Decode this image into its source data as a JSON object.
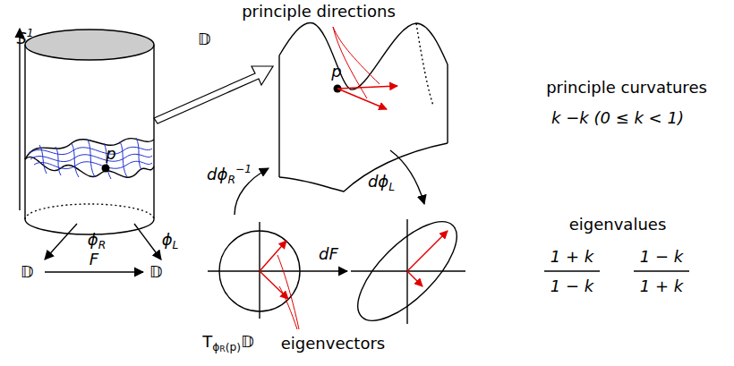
{
  "diagram": {
    "labels": [
      "principle directions",
      "S1",
      "𝔻",
      "p",
      "p",
      "principle curvatures",
      "k −k (0 ≤ k < 1)",
      "dϕR−1",
      "dϕL",
      "ϕR",
      "ϕL",
      "dF",
      "𝔻",
      "F",
      "𝔻",
      "eigenvalues",
      "1 + k",
      "1 − k",
      "1 − k",
      "1 + k",
      "TϕR(p)𝔻",
      "eigenvectors"
    ]
  }
}
